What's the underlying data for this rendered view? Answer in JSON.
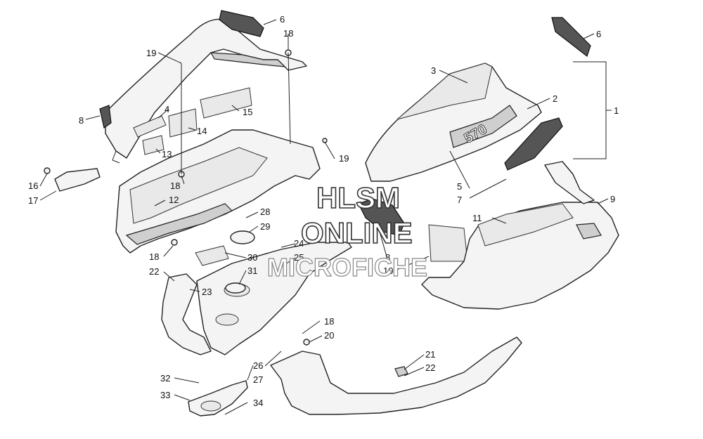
{
  "watermark": {
    "line1": "HLSM",
    "line2": "ONLINE",
    "line3": "MICROFICHE"
  },
  "badge_text": "570",
  "callouts": [
    {
      "id": "c6a",
      "label": "6"
    },
    {
      "id": "c18a",
      "label": "18"
    },
    {
      "id": "c19a",
      "label": "19"
    },
    {
      "id": "c4",
      "label": "4"
    },
    {
      "id": "c8a",
      "label": "8"
    },
    {
      "id": "c15",
      "label": "15"
    },
    {
      "id": "c14",
      "label": "14"
    },
    {
      "id": "c13",
      "label": "13"
    },
    {
      "id": "c19b",
      "label": "19"
    },
    {
      "id": "c16",
      "label": "16"
    },
    {
      "id": "c17",
      "label": "17"
    },
    {
      "id": "c18b",
      "label": "18"
    },
    {
      "id": "c12",
      "label": "12"
    },
    {
      "id": "c18c",
      "label": "18"
    },
    {
      "id": "c22a",
      "label": "22"
    },
    {
      "id": "c28",
      "label": "28"
    },
    {
      "id": "c29",
      "label": "29"
    },
    {
      "id": "c30",
      "label": "30"
    },
    {
      "id": "c31",
      "label": "31"
    },
    {
      "id": "c24",
      "label": "24"
    },
    {
      "id": "c25",
      "label": "25"
    },
    {
      "id": "c23",
      "label": "23"
    },
    {
      "id": "c6b",
      "label": "6"
    },
    {
      "id": "c3",
      "label": "3"
    },
    {
      "id": "c2",
      "label": "2"
    },
    {
      "id": "c1",
      "label": "1"
    },
    {
      "id": "c5",
      "label": "5"
    },
    {
      "id": "c7",
      "label": "7"
    },
    {
      "id": "c9",
      "label": "9"
    },
    {
      "id": "c11",
      "label": "11"
    },
    {
      "id": "c8b",
      "label": "8"
    },
    {
      "id": "c10",
      "label": "10"
    },
    {
      "id": "c18d",
      "label": "18"
    },
    {
      "id": "c20",
      "label": "20"
    },
    {
      "id": "c21",
      "label": "21"
    },
    {
      "id": "c22b",
      "label": "22"
    },
    {
      "id": "c26",
      "label": "26"
    },
    {
      "id": "c27",
      "label": "27"
    },
    {
      "id": "c32",
      "label": "32"
    },
    {
      "id": "c33",
      "label": "33"
    },
    {
      "id": "c34",
      "label": "34"
    }
  ]
}
